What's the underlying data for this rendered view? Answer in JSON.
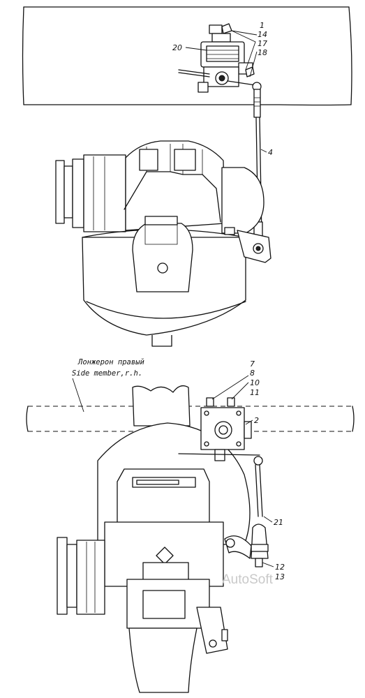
{
  "top_view": {
    "callouts": [
      {
        "id": "c1",
        "text": "1"
      },
      {
        "id": "c14",
        "text": "14"
      },
      {
        "id": "c17",
        "text": "17"
      },
      {
        "id": "c18",
        "text": "18"
      },
      {
        "id": "c20",
        "text": "20"
      },
      {
        "id": "c4",
        "text": "4"
      }
    ]
  },
  "bottom_view": {
    "side_member_label_ru": "Лонжерон правый",
    "side_member_label_en": "Side member,r.h.",
    "callouts": [
      {
        "id": "c7",
        "text": "7"
      },
      {
        "id": "c8",
        "text": "8"
      },
      {
        "id": "c10",
        "text": "10"
      },
      {
        "id": "c11",
        "text": "11"
      },
      {
        "id": "c2",
        "text": "2"
      },
      {
        "id": "c21",
        "text": "21"
      },
      {
        "id": "c12",
        "text": "12"
      },
      {
        "id": "c13",
        "text": "13"
      }
    ]
  },
  "watermark": "AutoSoft"
}
